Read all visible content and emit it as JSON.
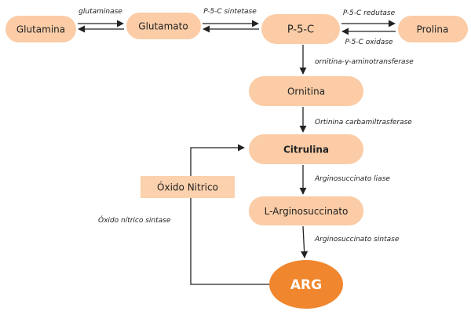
{
  "colors": {
    "node_fill": "#FBCCA6",
    "arg_fill": "#F0862E",
    "line": "#222222",
    "box_fill": "#FBD1AE"
  },
  "nodes": {
    "glutamina": "Glutamina",
    "glutamato": "Glutamato",
    "p5c": "P-5-C",
    "prolina": "Prolina",
    "ornitina": "Ornitina",
    "citrulina": "Citrulina",
    "l_arginosuccinato": "L-Arginosuccinato",
    "arg": "ARG",
    "oxido_nitrico": "Óxido Nitrico"
  },
  "enzymes": {
    "glutaminase": "glutaminase",
    "p5c_sintetase": "P-5-C sintetase",
    "p5c_redutase": "P-5-C redutase",
    "p5c_oxidase": "P-5-C oxidase",
    "ornitina_aminotransferase": "ornitina-γ-aminotransferase",
    "ortinina_carbamiltrasferase": "Ortinina carbamiltrasferase",
    "arginosuccinato_liase": "Arginosuccinato liase",
    "arginosuccinato_sintase": "Arginosuccinato sintase",
    "oxido_nitrico_sintase": "Óxido nítrico sintase"
  }
}
